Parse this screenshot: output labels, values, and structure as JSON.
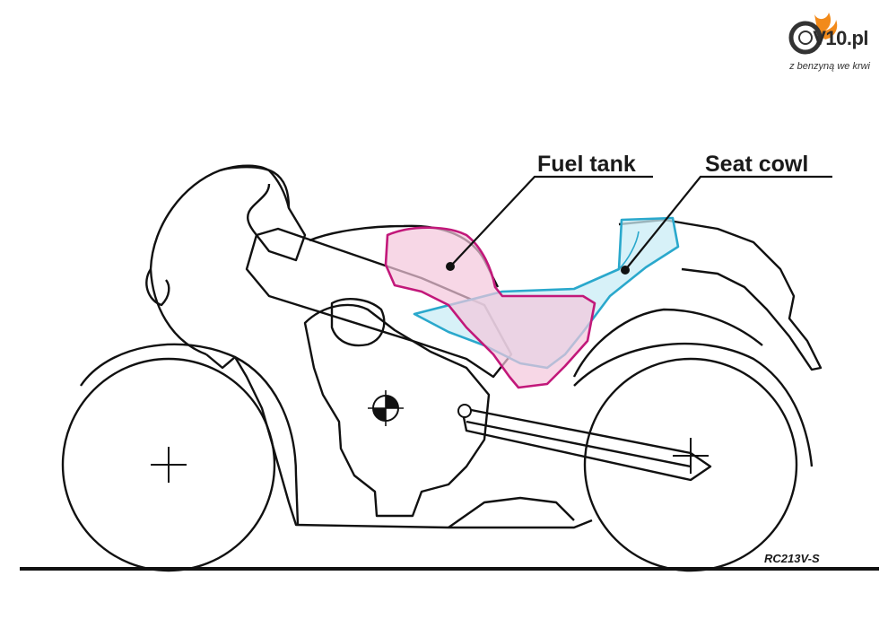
{
  "logo": {
    "brand": "V10.pl",
    "tagline": "z benzyną we krwi"
  },
  "labels": {
    "fuel_tank": "Fuel tank",
    "seat_cowl": "Seat cowl"
  },
  "model": "RC213V-S",
  "colors": {
    "fuel_tank_stroke": "#c2187a",
    "fuel_tank_fill": "#f4c6dc",
    "seat_cowl_stroke": "#2aa8cc",
    "seat_cowl_fill": "#c9ecf6",
    "outline": "#111111",
    "logo_flame": "#f28a1a"
  }
}
